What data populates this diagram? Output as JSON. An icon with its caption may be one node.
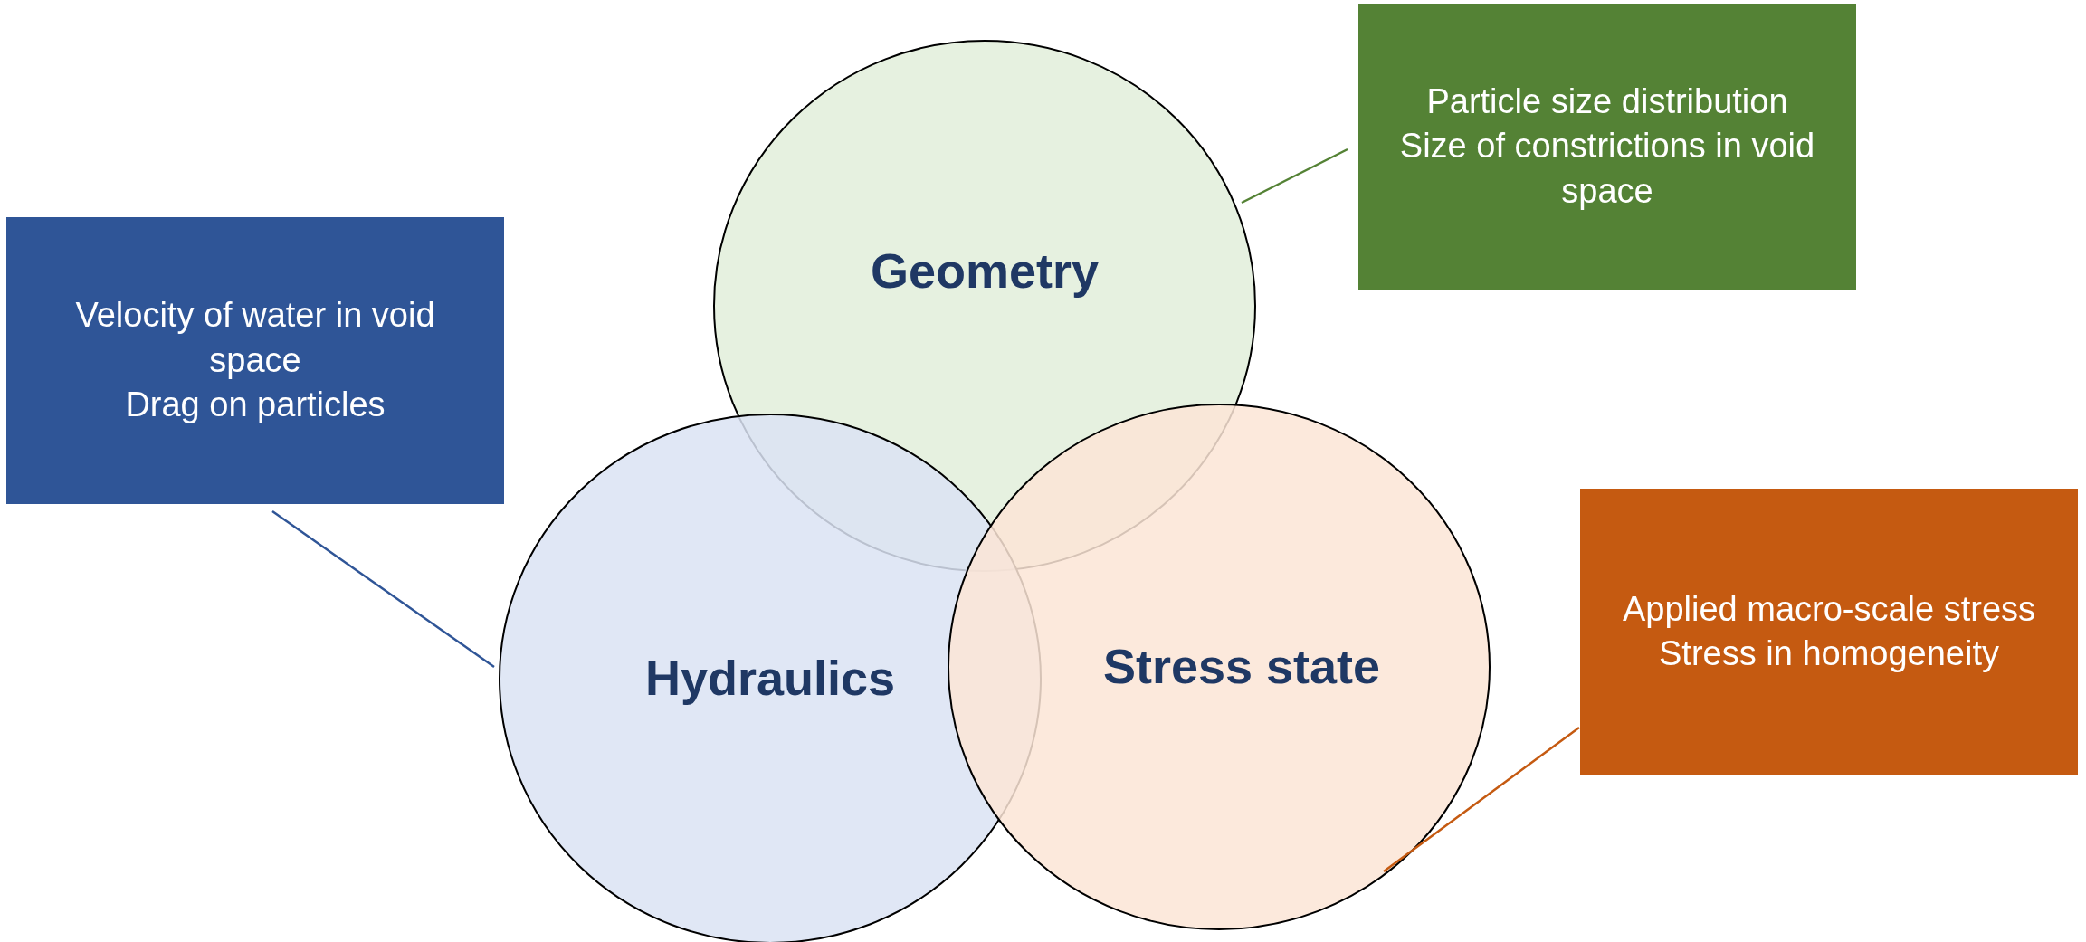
{
  "diagram": {
    "nodes": [
      {
        "text": [
          "Geometry"
        ]
      },
      {
        "text": [
          "Hydraulics"
        ]
      },
      {
        "text": [
          "Stress state"
        ]
      },
      {
        "text": [
          "Particle size distribution",
          "Size of constrictions in void space"
        ]
      },
      {
        "text": [
          "Velocity of water in void space",
          "Drag on particles"
        ]
      },
      {
        "text": [
          "Applied macro-scale stress",
          "Stress in homogeneity"
        ]
      }
    ],
    "edges": [
      {
        "from": 3,
        "to": 0,
        "arrow": "none",
        "color": "#548235"
      },
      {
        "from": 4,
        "to": 1,
        "arrow": "none",
        "color": "#2f5597"
      },
      {
        "from": 5,
        "to": 2,
        "arrow": "none",
        "color": "#c55a11"
      }
    ]
  }
}
